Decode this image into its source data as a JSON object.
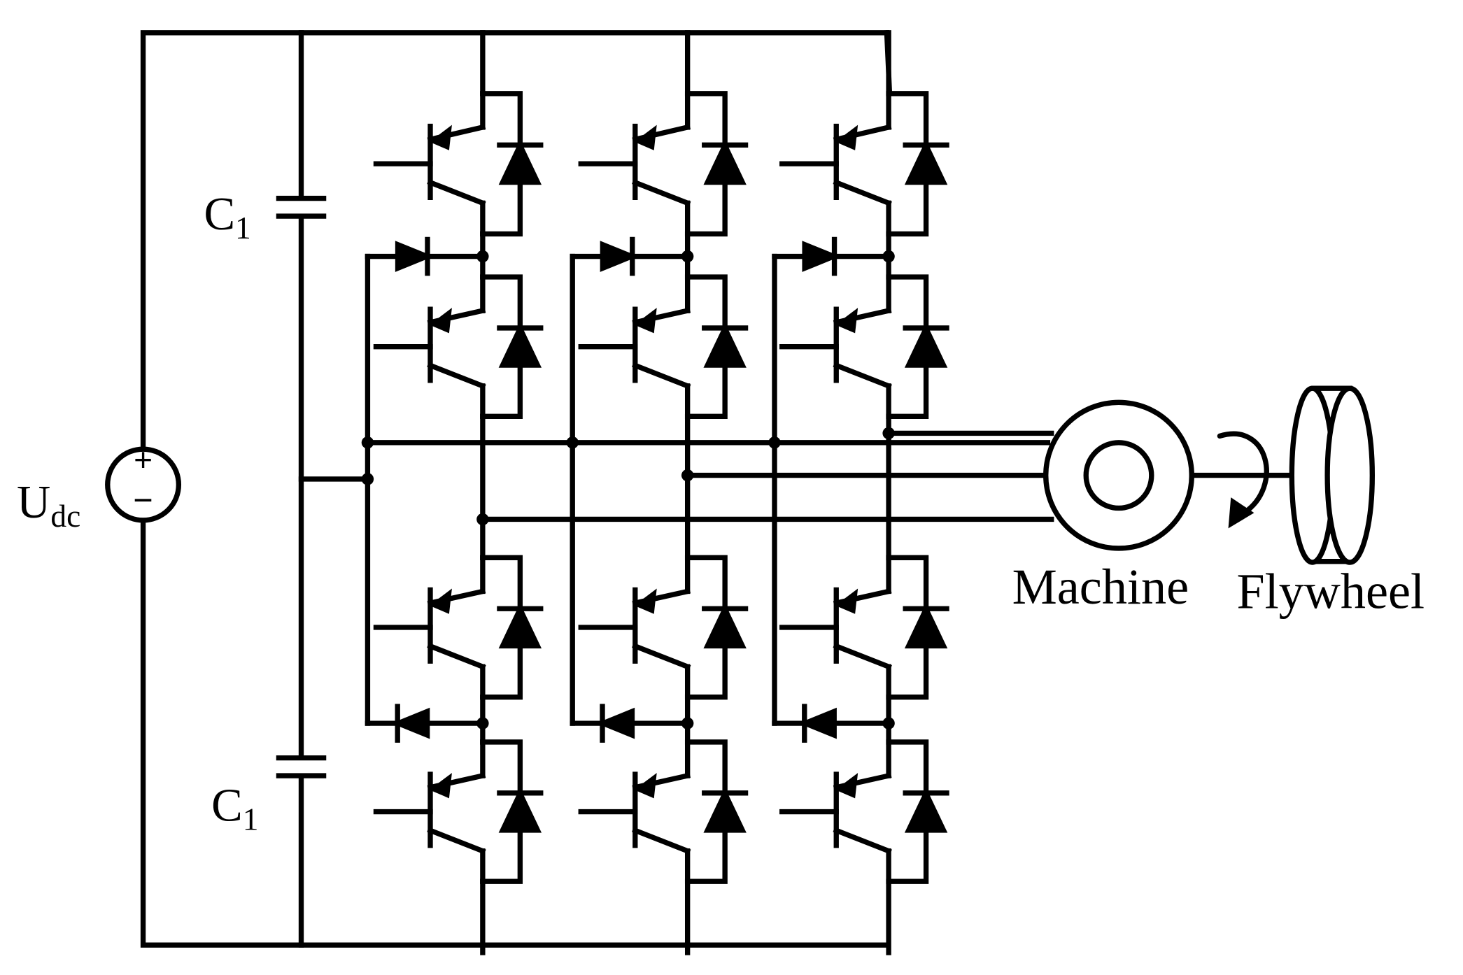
{
  "labels": {
    "source_main": "U",
    "source_sub": "dc",
    "source_plus": "+",
    "source_minus": "−",
    "cap_top_main": "C",
    "cap_top_sub": "1",
    "cap_bottom_main": "C",
    "cap_bottom_sub": "1",
    "machine": "Machine",
    "flywheel": "Flywheel"
  },
  "circuit": {
    "legs": 3,
    "switches_per_leg": 4,
    "clamp_diodes_per_leg": 2
  }
}
